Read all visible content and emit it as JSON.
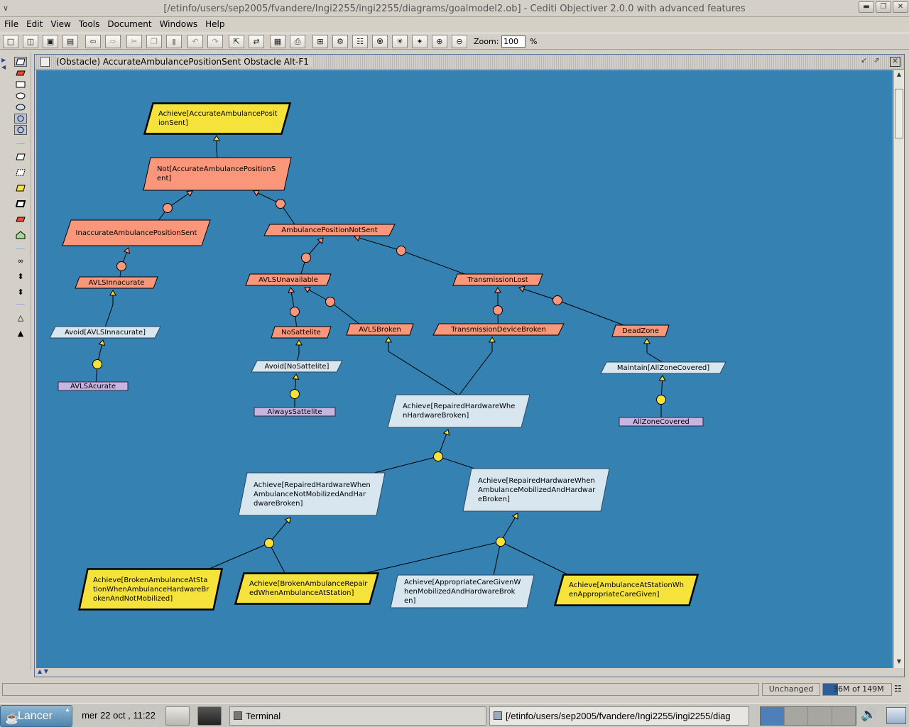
{
  "window": {
    "title": "[/etinfo/users/sep2005/fvandere/Ingi2255/ingi2255/diagrams/goalmodel2.ob] - Cediti Objectiver 2.0.0  with advanced features"
  },
  "menubar": [
    "File",
    "Edit",
    "View",
    "Tools",
    "Document",
    "Windows",
    "Help"
  ],
  "toolbar": {
    "zoom_label": "Zoom:",
    "zoom_value": "100",
    "zoom_unit": "%",
    "buttons": [
      "new-diagram",
      "open",
      "save",
      "save-all",
      "back",
      "forward",
      "cut",
      "copy",
      "paste",
      "undo",
      "redo",
      "select",
      "reverse",
      "print-preview",
      "print",
      "add-diagram",
      "properties",
      "layout",
      "tree-layout",
      "sun-layout",
      "expand",
      "zoom-in",
      "zoom-out"
    ]
  },
  "diagram_window": {
    "title": "(Obstacle) AccurateAmbulancePositionSent Obstacle   Alt-F1"
  },
  "colors": {
    "canvas": "#3582b2",
    "goal_yellow": "#f5e23a",
    "obstacle_salmon": "#fa967a",
    "requirement_light": "#d8e6f0",
    "domain_purple": "#c8b4e0",
    "refinement_yellow": "#f5e23a",
    "obstruction_salmon": "#fa967a"
  },
  "nodes": {
    "n1": "Achieve[AccurateAmbulancePositionSent]",
    "n2": "Not[AccurateAmbulancePositionSent]",
    "n3": "InaccurateAmbulancePositionSent",
    "n4": "AmbulancePositionNotSent",
    "n5": "AVLSInnacurate",
    "n6": "AVLSUnavailable",
    "n7": "TransmissionLost",
    "n8": "Avoid[AVLSInnacurate]",
    "n9": "NoSattelite",
    "n10": "AVLSBroken",
    "n11": "TransmissionDeviceBroken",
    "n12": "DeadZone",
    "n13": "AVLSAcurate",
    "n14": "Avoid[NoSattelite]",
    "n15": "AlwaysSattelite",
    "n16": "Achieve[RepairedHardwareWhenHardwareBroken]",
    "n17": "Maintain[AllZoneCovered]",
    "n18": "AllZoneCovered",
    "n19": "Achieve[RepairedHardwareWhenAmbulanceNotMobilizedAndHardwareBroken]",
    "n20": "Achieve[RepairedHardwareWhenAmbulanceMobilizedAndHardwareBroken]",
    "n21": "Achieve[BrokenAmbulanceAtStationWhenAmbulanceHardwareBrokenAndNotMobilized]",
    "n22": "Achieve[BrokenAmbulanceRepairedWhenAmbulanceAtStation]",
    "n23": "Achieve[AppropriateCareGivenWhenMobilizedAndHardwareBroken]",
    "n24": "Achieve[AmbulanceAtStationWhenAppropriateCareGiven]"
  },
  "nodes_display": {
    "n1": "Achieve[AccurateAmbulancePosit\nionSent]",
    "n2": "Not[AccurateAmbulancePositionS\nent]",
    "n16": "Achieve[RepairedHardwareWhe\nnHardwareBroken]",
    "n19": "Achieve[RepairedHardwareWhen\nAmbulanceNotMobilizedAndHar\ndwareBroken]",
    "n20": "Achieve[RepairedHardwareWhen\nAmbulanceMobilizedAndHardwar\neBroken]",
    "n21": "Achieve[BrokenAmbulanceAtSta\ntionWhenAmbulanceHardwareBr\nokenAndNotMobilized]",
    "n22": "Achieve[BrokenAmbulanceRepair\nedWhenAmbulanceAtStation]",
    "n23": "Achieve[AppropriateCareGivenW\nhenMobilizedAndHardwareBrok\nen]",
    "n24": "Achieve[AmbulanceAtStationWh\nenAppropriateCareGiven]"
  },
  "statusbar": {
    "state": "Unchanged",
    "memory": "36M of 149M"
  },
  "taskbar": {
    "start_label": "Lancer",
    "clock": "mer 22 oct , 11:22",
    "terminal_label": "Terminal",
    "window_label": "[/etinfo/users/sep2005/fvandere/Ingi2255/ingi2255/diag"
  }
}
